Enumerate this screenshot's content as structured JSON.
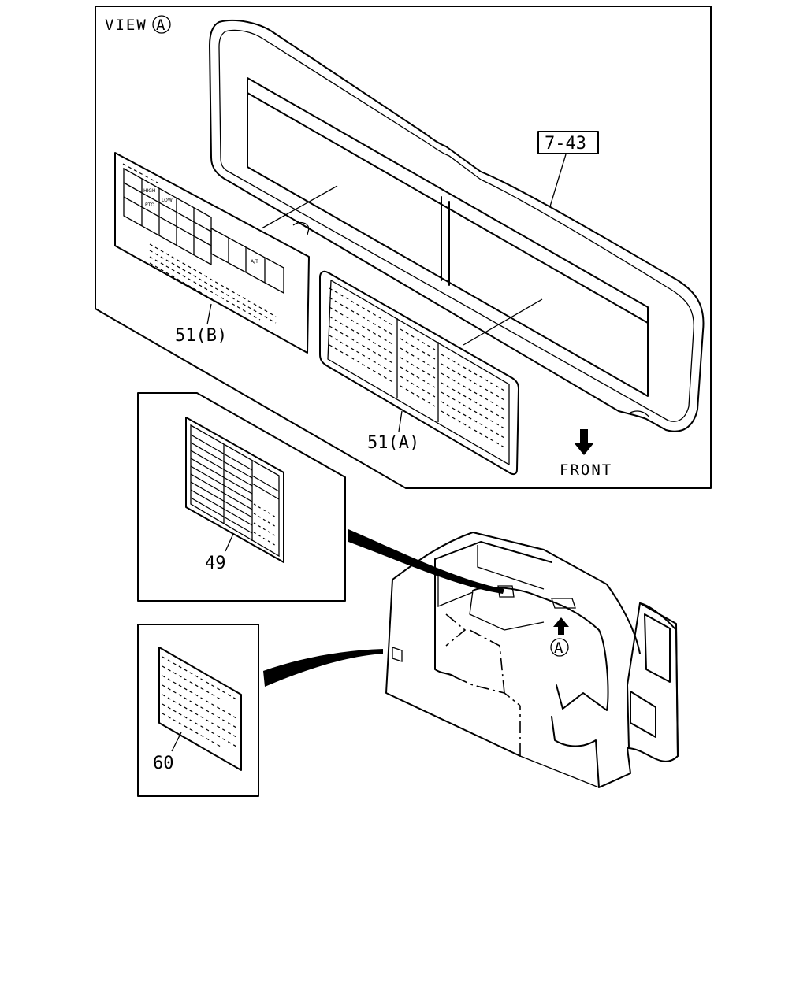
{
  "view_label": {
    "text": "VIEW",
    "marker": "A"
  },
  "reference_box": "7-43",
  "front_label": "FRONT",
  "callouts": {
    "label_51b": "51(B)",
    "label_51a": "51(A)",
    "label_49": "49",
    "label_60": "60",
    "view_marker": "A"
  },
  "label_51b_cells": {
    "row1": [
      "HIGH",
      "LOW"
    ],
    "row2": [
      "PTO"
    ],
    "side": [
      "A/T"
    ]
  }
}
